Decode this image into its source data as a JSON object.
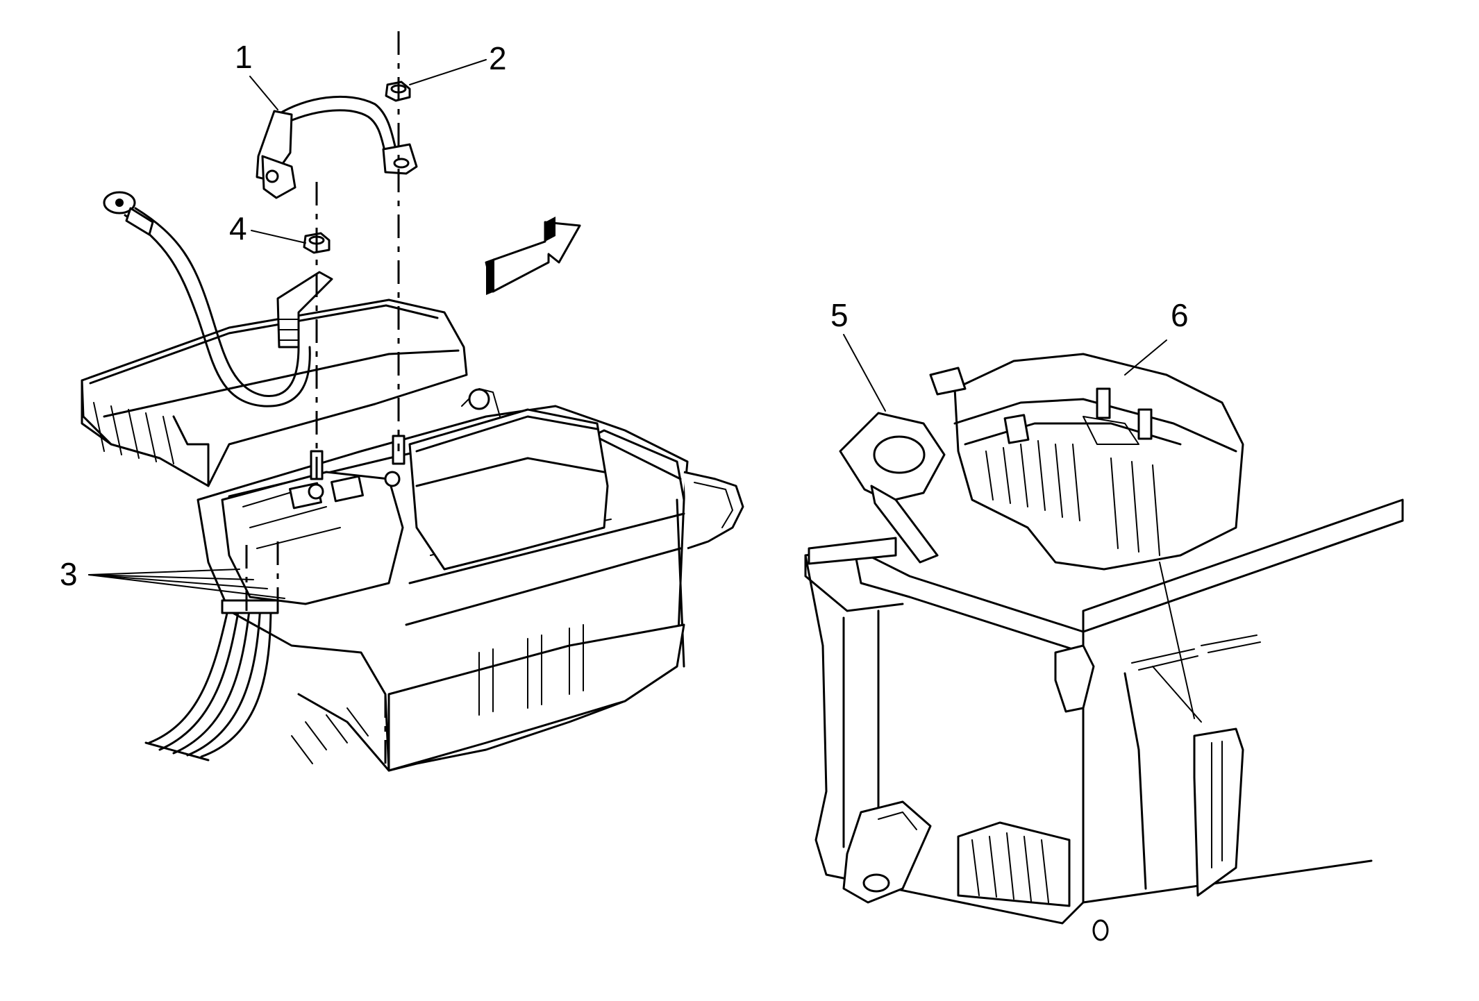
{
  "callouts": [
    {
      "id": "1",
      "label": "1"
    },
    {
      "id": "2",
      "label": "2"
    },
    {
      "id": "3",
      "label": "3"
    },
    {
      "id": "4",
      "label": "4"
    },
    {
      "id": "5",
      "label": "5"
    },
    {
      "id": "6",
      "label": "6"
    }
  ],
  "icons": {
    "direction": "front-direction-arrow-icon"
  }
}
